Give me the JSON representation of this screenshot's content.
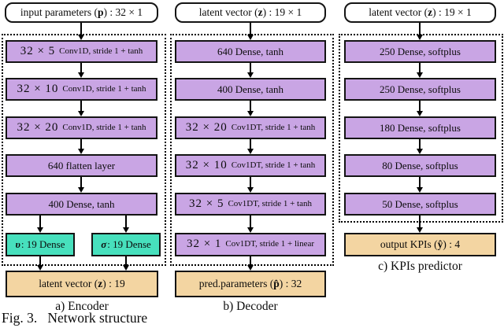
{
  "colors": {
    "layer_fill": "#c9a5e4",
    "branch_fill": "#47e0bd",
    "io_fill": "#f3d5a2",
    "border": "#141414",
    "background": "#ffffff"
  },
  "encoder": {
    "header": {
      "pre": "input parameters (",
      "var": "p",
      "post": ") : 32 × 1"
    },
    "layers": [
      {
        "dim": "32 × 5",
        "desc": "Conv1D, stride 1 + tanh"
      },
      {
        "dim": "32 × 10",
        "desc": "Conv1D, stride 1 + tanh"
      },
      {
        "dim": "32 × 20",
        "desc": "Conv1D, stride 1 + tanh"
      },
      {
        "dim": "",
        "desc": "640 flatten layer"
      },
      {
        "dim": "",
        "desc": "400  Dense, tanh"
      }
    ],
    "branch_v": {
      "symbol": "υ",
      "rest": " : 19 Dense"
    },
    "branch_sigma": {
      "symbol": "σ",
      "rest": " : 19 Dense"
    },
    "output": {
      "pre": "latent vector (",
      "var": "z",
      "post": ") : 19"
    },
    "caption": "a) Encoder"
  },
  "decoder": {
    "header": {
      "pre": "latent vector (",
      "var": "z",
      "post": ") : 19 × 1"
    },
    "layers": [
      {
        "dim": "",
        "desc": "640  Dense, tanh"
      },
      {
        "dim": "",
        "desc": "400  Dense, tanh"
      },
      {
        "dim": "32 × 20",
        "desc": "Cov1DT, stride 1 + tanh"
      },
      {
        "dim": "32 × 10",
        "desc": "Cov1DT, stride 1 + tanh"
      },
      {
        "dim": "32 × 5",
        "desc": "Cov1DT, stride 1 + tanh"
      },
      {
        "dim": "32 × 1",
        "desc": "Cov1DT, stride 1 + linear"
      }
    ],
    "output": {
      "pre": "pred.parameters (",
      "var": "p̂",
      "post": ") : 32"
    },
    "caption": "b) Decoder"
  },
  "kpi": {
    "header": {
      "pre": "latent vector (",
      "var": "z",
      "post": ") : 19 × 1"
    },
    "layers": [
      {
        "dim": "",
        "desc": "250  Dense, softplus"
      },
      {
        "dim": "",
        "desc": "250  Dense, softplus"
      },
      {
        "dim": "",
        "desc": "180  Dense, softplus"
      },
      {
        "dim": "",
        "desc": "80  Dense, softplus"
      },
      {
        "dim": "",
        "desc": "50  Dense, softplus"
      }
    ],
    "output": {
      "pre": "output KPIs (",
      "var": "ŷ",
      "post": ") : 4"
    },
    "caption": "c) KPIs predictor"
  },
  "figure_caption": "Fig. 3.   Network structure"
}
